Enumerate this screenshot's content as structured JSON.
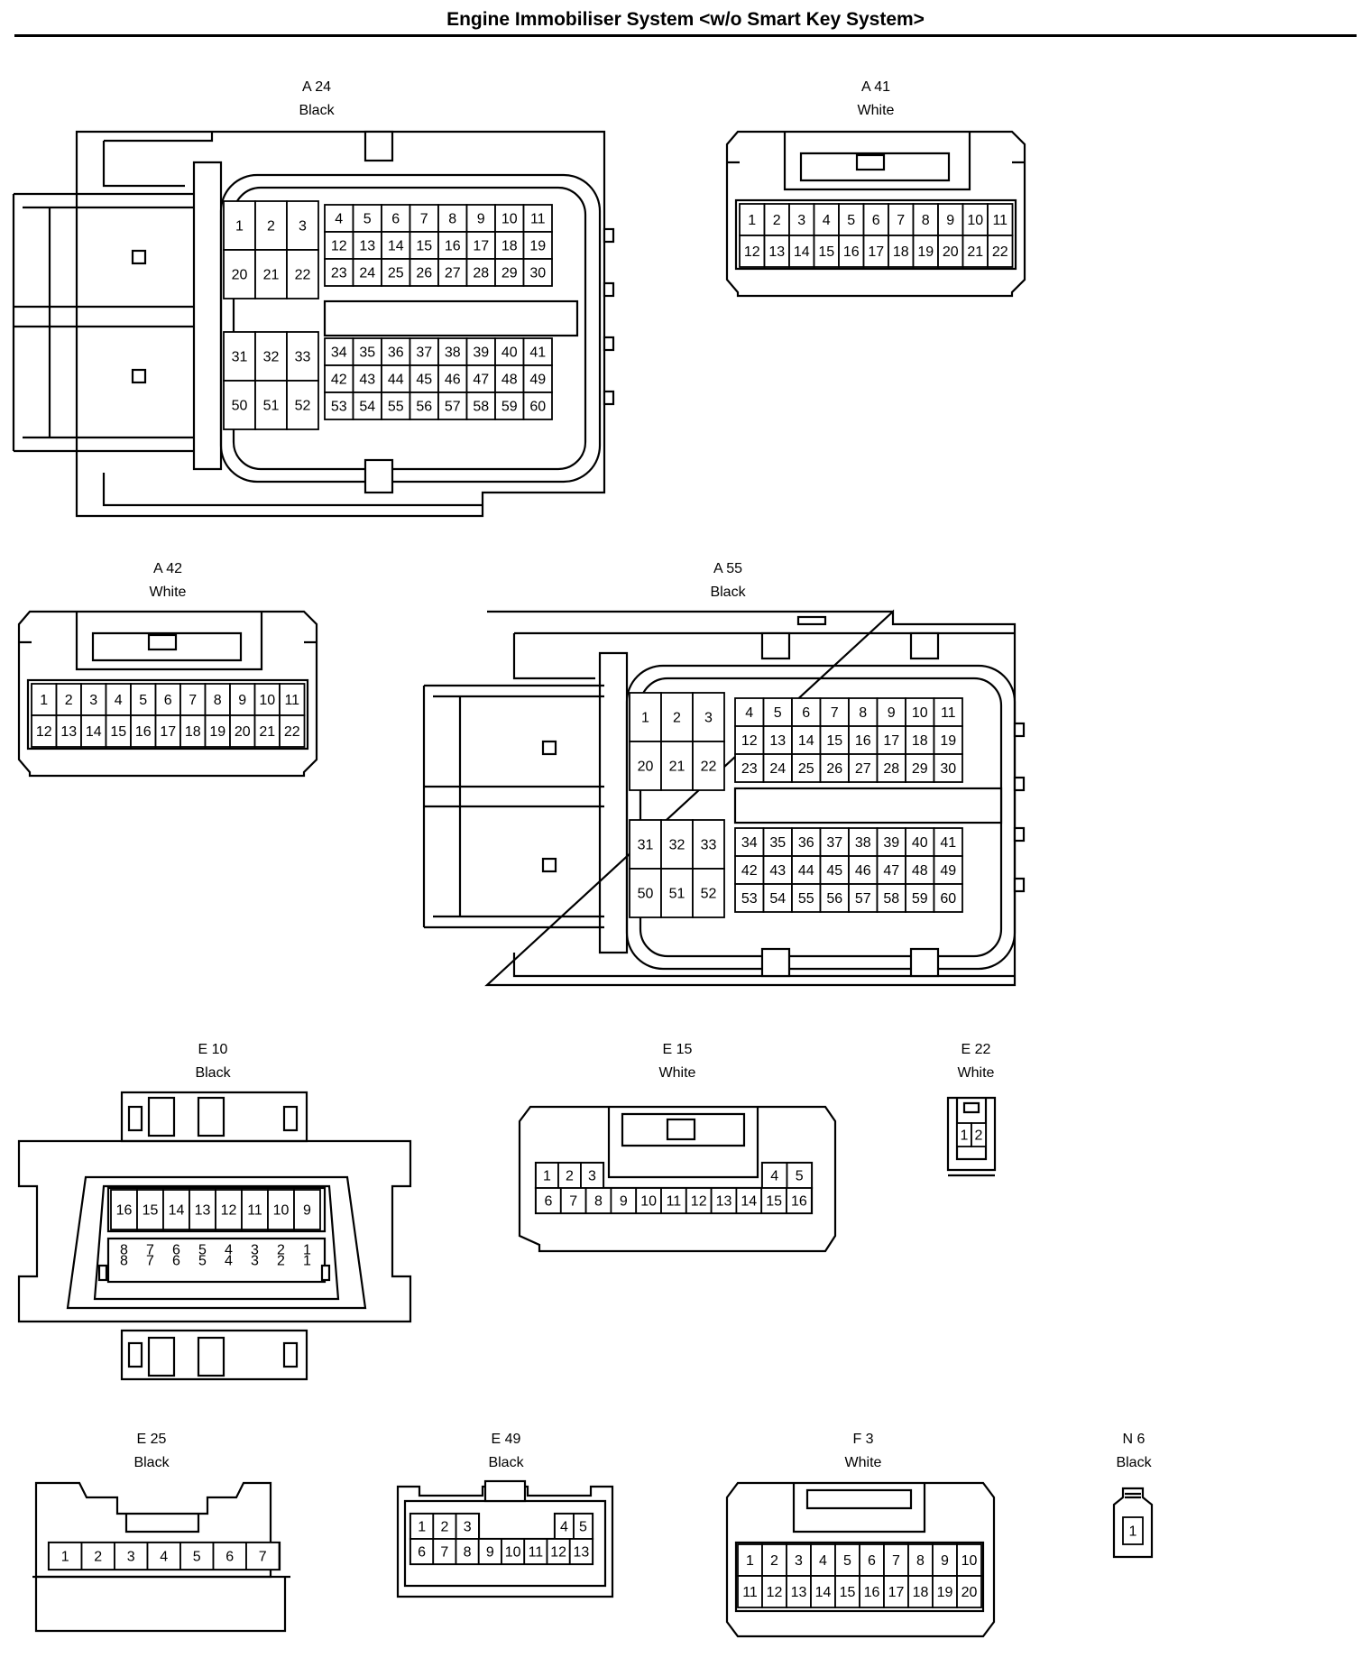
{
  "title": "Engine Immobiliser System <w/o Smart Key System>",
  "connectors": [
    {
      "id": "A 24",
      "color": "Black"
    },
    {
      "id": "A 41",
      "color": "White"
    },
    {
      "id": "A 42",
      "color": "White"
    },
    {
      "id": "A 55",
      "color": "Black"
    },
    {
      "id": "E 10",
      "color": "Black"
    },
    {
      "id": "E 15",
      "color": "White"
    },
    {
      "id": "E 22",
      "color": "White"
    },
    {
      "id": "E 25",
      "color": "Black"
    },
    {
      "id": "E 49",
      "color": "Black"
    },
    {
      "id": "F 3",
      "color": "White"
    },
    {
      "id": "N 6",
      "color": "Black"
    }
  ],
  "pins": {
    "ecu_left_top": [
      [
        "1",
        "2",
        "3"
      ],
      [
        "20",
        "21",
        "22"
      ]
    ],
    "ecu_right_top": [
      [
        "4",
        "5",
        "6",
        "7",
        "8",
        "9",
        "10",
        "11"
      ],
      [
        "12",
        "13",
        "14",
        "15",
        "16",
        "17",
        "18",
        "19"
      ],
      [
        "23",
        "24",
        "25",
        "26",
        "27",
        "28",
        "29",
        "30"
      ]
    ],
    "ecu_left_bottom": [
      [
        "31",
        "32",
        "33"
      ],
      [
        "50",
        "51",
        "52"
      ]
    ],
    "ecu_right_bottom": [
      [
        "34",
        "35",
        "36",
        "37",
        "38",
        "39",
        "40",
        "41"
      ],
      [
        "42",
        "43",
        "44",
        "45",
        "46",
        "47",
        "48",
        "49"
      ],
      [
        "53",
        "54",
        "55",
        "56",
        "57",
        "58",
        "59",
        "60"
      ]
    ],
    "pin22": [
      [
        "1",
        "2",
        "3",
        "4",
        "5",
        "6",
        "7",
        "8",
        "9",
        "10",
        "11"
      ],
      [
        "12",
        "13",
        "14",
        "15",
        "16",
        "17",
        "18",
        "19",
        "20",
        "21",
        "22"
      ]
    ],
    "e10": [
      [
        "16",
        "15",
        "14",
        "13",
        "12",
        "11",
        "10",
        "9"
      ],
      [
        "8",
        "7",
        "6",
        "5",
        "4",
        "3",
        "2",
        "1"
      ]
    ],
    "e15_top_left": [
      "1",
      "2",
      "3"
    ],
    "e15_top_right": [
      "4",
      "5"
    ],
    "e15_bottom": [
      "6",
      "7",
      "8",
      "9",
      "10",
      "11",
      "12",
      "13",
      "14",
      "15",
      "16"
    ],
    "e22": [
      "1",
      "2"
    ],
    "e25": [
      "1",
      "2",
      "3",
      "4",
      "5",
      "6",
      "7"
    ],
    "e49_top_left": [
      "1",
      "2",
      "3"
    ],
    "e49_top_right": [
      "4",
      "5"
    ],
    "e49_bottom": [
      "6",
      "7",
      "8",
      "9",
      "10",
      "11",
      "12",
      "13"
    ],
    "f3": [
      [
        "1",
        "2",
        "3",
        "4",
        "5",
        "6",
        "7",
        "8",
        "9",
        "10"
      ],
      [
        "11",
        "12",
        "13",
        "14",
        "15",
        "16",
        "17",
        "18",
        "19",
        "20"
      ]
    ],
    "n6": [
      "1"
    ]
  }
}
